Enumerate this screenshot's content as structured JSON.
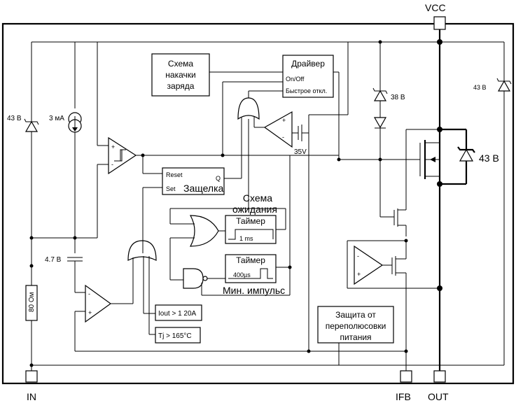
{
  "pins": {
    "vcc": "VCC",
    "in": "IN",
    "ifb": "IFB",
    "out": "OUT"
  },
  "blocks": {
    "charge_pump": [
      "Схема",
      "накачки",
      "заряда"
    ],
    "driver": {
      "title": "Драйвер",
      "on_off": "On/Off",
      "fast_off": "Быстрое откл."
    },
    "latch": {
      "reset": "Reset",
      "set": "Set",
      "q": "Q",
      "title": "Защелка"
    },
    "standby": [
      "Схема",
      "ожидания"
    ],
    "timer1": {
      "title": "Таймер",
      "value": "1 ms"
    },
    "timer2": {
      "title": "Таймер",
      "value": "400µs"
    },
    "min_pulse": "Мин. импульс",
    "iout": "Iout > 1 20A",
    "tj": "Tj > 165°C",
    "reverse": [
      "Защита от",
      "переполюсовки",
      "питания"
    ]
  },
  "components": {
    "zener_in": "43 В",
    "current_src": "3 мА",
    "zener_38": "38 В",
    "zener_43_right": "43 В",
    "zener_43_fet": "43 В",
    "zener_47": "4.7 В",
    "resistor": "80 Ом",
    "zener_35": "35V"
  },
  "colors": {
    "line": "#000000",
    "background": "#ffffff"
  }
}
